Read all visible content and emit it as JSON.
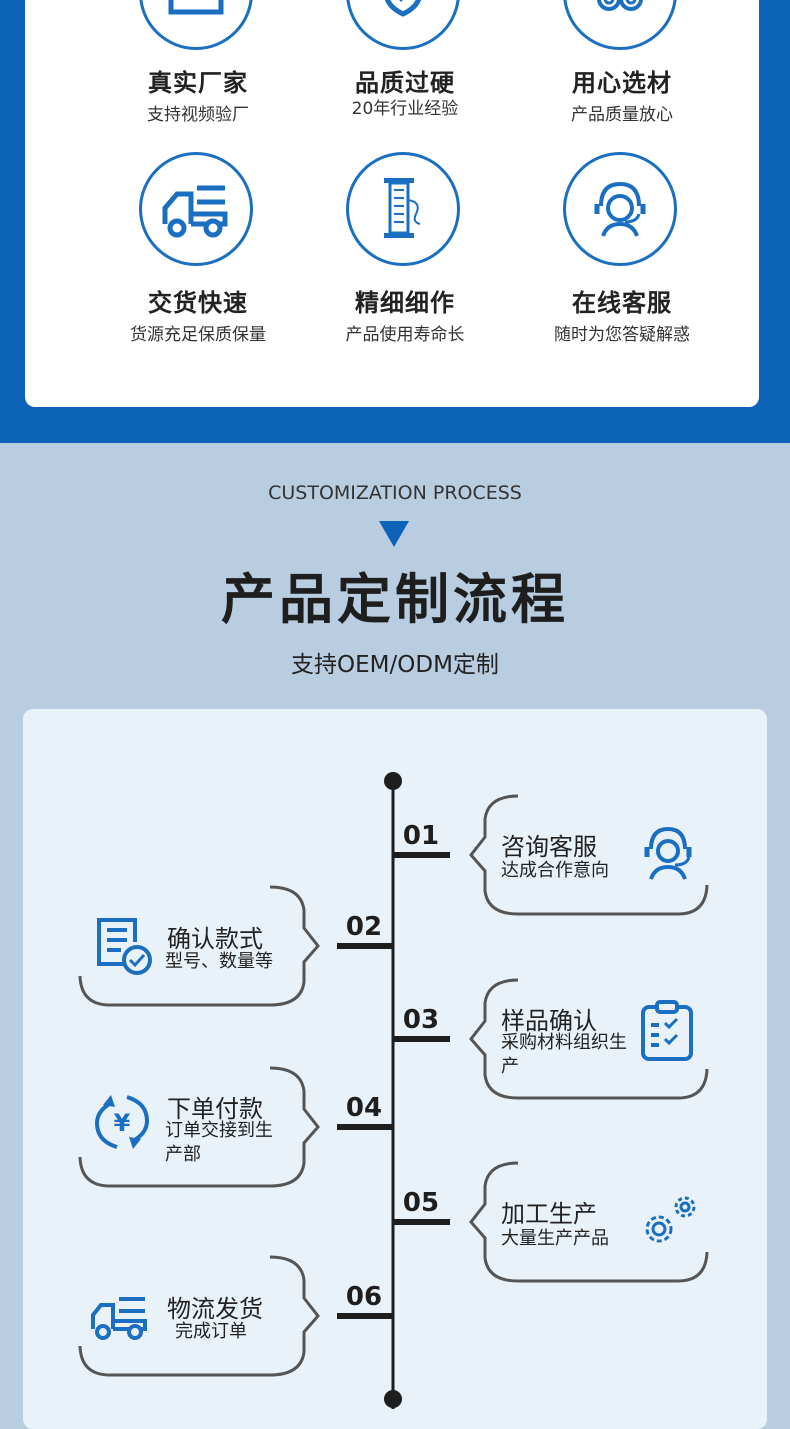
{
  "features": [
    {
      "title": "真实厂家",
      "subtitle": "支持视频验厂",
      "icon": "factory-icon"
    },
    {
      "title": "品质过硬",
      "subtitle": "20年行业经验",
      "icon": "shield-icon"
    },
    {
      "title": "用心选材",
      "subtitle": "产品质量放心",
      "icon": "material-roll-icon"
    },
    {
      "title": "交货快速",
      "subtitle": "货源充足保质保量",
      "icon": "truck-icon"
    },
    {
      "title": "精细细作",
      "subtitle": "产品使用寿命长",
      "icon": "spool-icon"
    },
    {
      "title": "在线客服",
      "subtitle": "随时为您答疑解惑",
      "icon": "headset-icon"
    }
  ],
  "process": {
    "en_title": "CUSTOMIZATION PROCESS",
    "title": "产品定制流程",
    "subtitle": "支持OEM/ODM定制"
  },
  "steps": [
    {
      "num": "01",
      "title": "咨询客服",
      "subtitle": "达成合作意向",
      "icon": "headset-icon"
    },
    {
      "num": "02",
      "title": "确认款式",
      "subtitle": "型号、数量等",
      "icon": "document-check-icon"
    },
    {
      "num": "03",
      "title": "样品确认",
      "subtitle": "采购材料组织生产",
      "icon": "clipboard-check-icon"
    },
    {
      "num": "04",
      "title": "下单付款",
      "subtitle": "订单交接到生产部",
      "icon": "yuan-refresh-icon"
    },
    {
      "num": "05",
      "title": "加工生产",
      "subtitle": "大量生产产品",
      "icon": "gears-icon"
    },
    {
      "num": "06",
      "title": "物流发货",
      "subtitle": "完成订单",
      "icon": "truck-icon"
    }
  ],
  "colors": {
    "primary": "#0d63b8",
    "icon": "#1b6fc2",
    "background": "#b9cde0",
    "panel": "#eaf2f9"
  }
}
